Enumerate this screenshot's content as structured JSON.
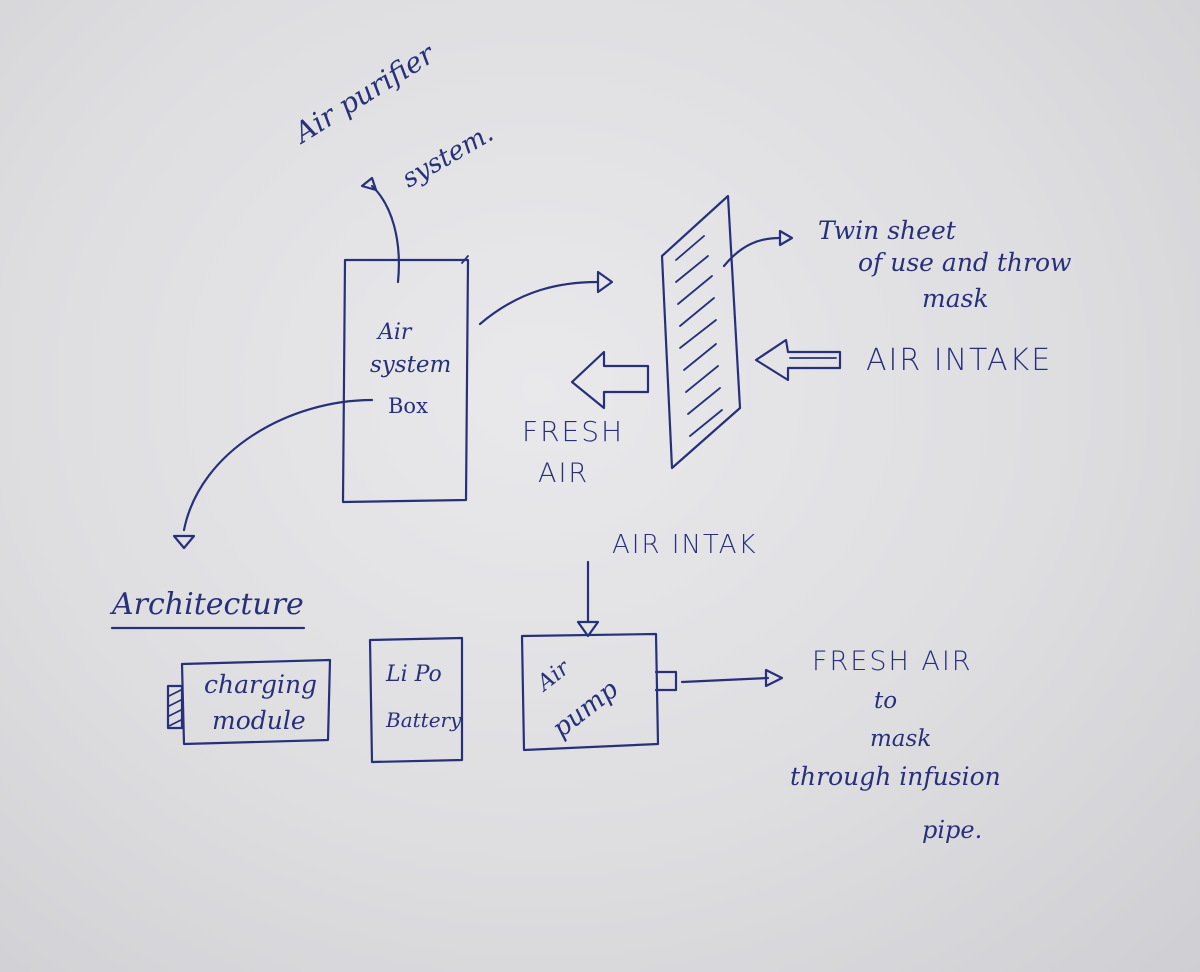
{
  "diagram": {
    "purifier_label_line1": "Air purifier",
    "purifier_label_line2": "system.",
    "box_label_line1": "Air",
    "box_label_line2": "system",
    "box_label_line3": "Box",
    "sheet_label_line1": "Twin sheet",
    "sheet_label_line2": "of use and throw",
    "sheet_label_line3": "mask",
    "air_intake": "AIR INTAKE",
    "fresh_air_line1": "FRESH",
    "fresh_air_line2": "AIR",
    "architecture": "Architecture",
    "pump_intake": "AIR INTAK",
    "charging_line1": "charging",
    "charging_line2": "module",
    "lipo_line1": "Li Po",
    "lipo_line2": "Battery",
    "pump_line1": "Air",
    "pump_line2": "pump",
    "output_line1": "FRESH AIR",
    "output_line2": "to",
    "output_line3": "mask",
    "output_line4": "through infusion",
    "output_line5": "pipe."
  },
  "colors": {
    "ink": "#28307a",
    "paper": "#e4e4e7"
  }
}
